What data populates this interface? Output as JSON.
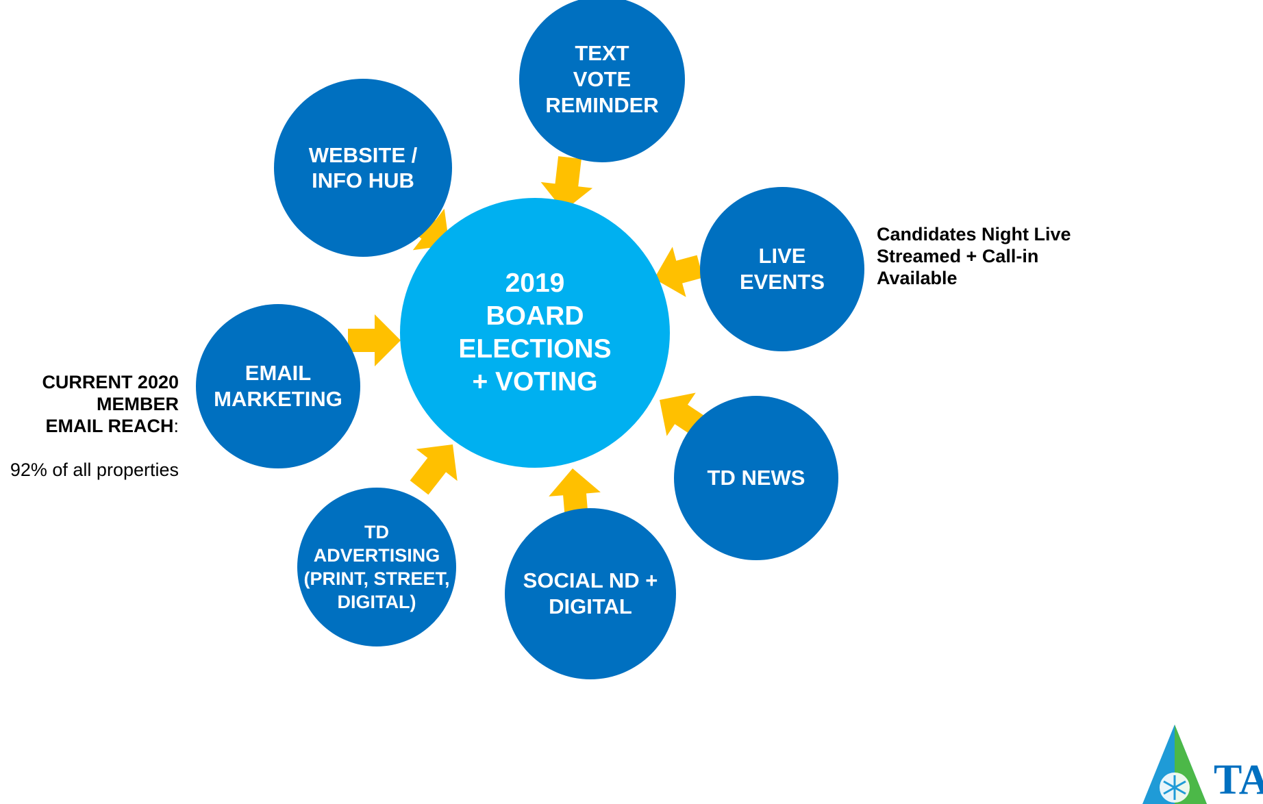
{
  "colors": {
    "node": "#0070C0",
    "hub": "#00B0F0",
    "arrow": "#FFC000",
    "text": "#FFFFFF",
    "note_text": "#000000"
  },
  "hub": {
    "label": "2019\nBOARD\nELECTIONS\n+ VOTING"
  },
  "nodes": [
    {
      "id": "website",
      "label": "WEBSITE /\nINFO HUB"
    },
    {
      "id": "text-vote",
      "label": "TEXT\nVOTE\nREMINDER"
    },
    {
      "id": "live-events",
      "label": "LIVE\nEVENTS"
    },
    {
      "id": "email",
      "label": "EMAIL\nMARKETING"
    },
    {
      "id": "td-news",
      "label": "TD NEWS"
    },
    {
      "id": "td-advertising",
      "label": "TD\nADVERTISING\n(PRINT, STREET,\nDIGITAL)"
    },
    {
      "id": "social",
      "label": "SOCIAL ND +\nDIGITAL"
    }
  ],
  "notes": {
    "live_events": "Candidates Night Live\nStreamed + Call-in\nAvailable",
    "email_reach_bold": "CURRENT 2020\nMEMBER\nEMAIL REACH",
    "email_reach_colon": ":",
    "email_reach_value": "92% of all properties"
  },
  "logo": {
    "text": "TAHO",
    "icon": "snowflake-triangle-icon"
  }
}
